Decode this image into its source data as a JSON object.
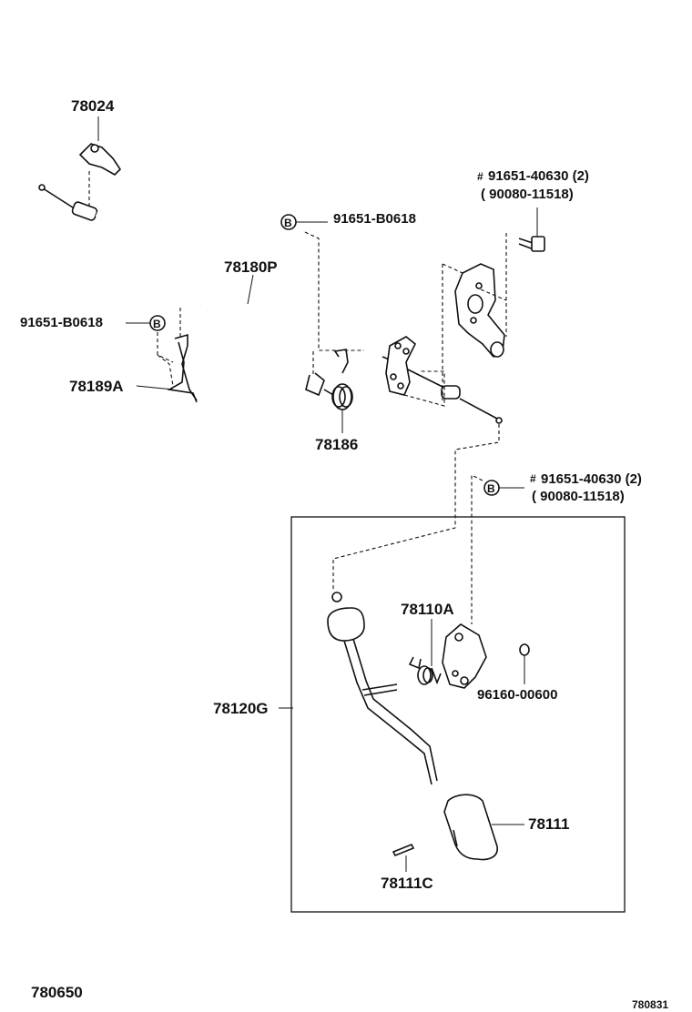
{
  "labels": {
    "p78024": "78024",
    "p91651_b0618_top": "91651-B0618",
    "p78180p": "78180P",
    "p91651_b0618_left": "91651-B0618",
    "p78189a": "78189A",
    "p78186": "78186",
    "p91651_40630_top": "91651-40630 (2)",
    "p90080_11518_top": "( 90080-11518)",
    "p91651_40630_mid": "91651-40630 (2)",
    "p90080_11518_mid": "( 90080-11518)",
    "p78110a": "78110A",
    "p96160_00600": "96160-00600",
    "p78120g": "78120G",
    "p78111": "78111",
    "p78111c": "78111C",
    "figure_ref_left": "780650",
    "figure_ref_right": "780831"
  },
  "symbols": {
    "b_marker": "B",
    "hash_marker": "#"
  }
}
